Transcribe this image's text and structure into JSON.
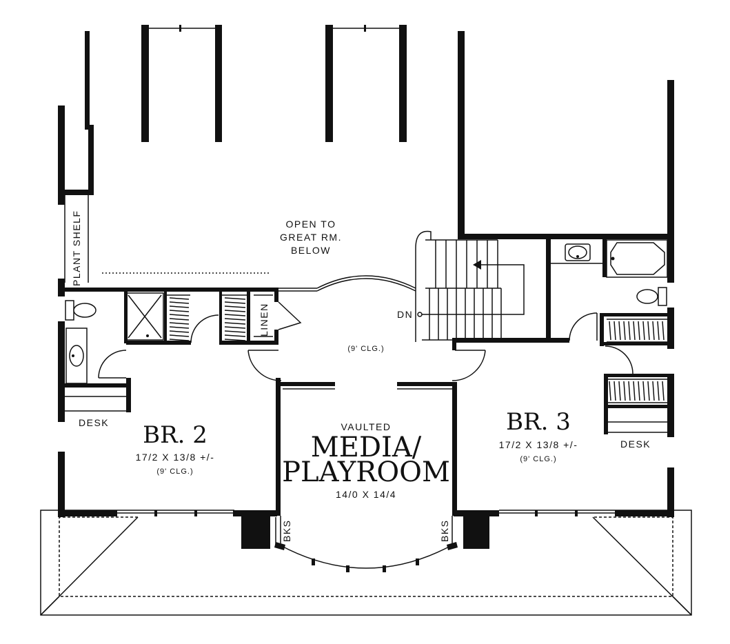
{
  "labels": {
    "plant_shelf": "PLANT SHELF",
    "open_to": "OPEN TO",
    "great_rm": "GREAT RM.",
    "below": "BELOW",
    "linen": "LINEN",
    "dn": "DN",
    "hall_clg": "(9' CLG.)",
    "desk_left": "DESK",
    "desk_right": "DESK",
    "bks_left": "BKS",
    "bks_right": "BKS"
  },
  "rooms": {
    "br2": {
      "name": "BR. 2",
      "size": "17/2  X  13/8  +/-",
      "clg": "(9' CLG.)"
    },
    "br3": {
      "name": "BR. 3",
      "size": "17/2  X  13/8  +/-",
      "clg": "(9' CLG.)"
    },
    "media": {
      "qualifier": "VAULTED",
      "name_line1": "MEDIA/",
      "name_line2": "PLAYROOM",
      "size": "14/0  X  14/4"
    }
  }
}
